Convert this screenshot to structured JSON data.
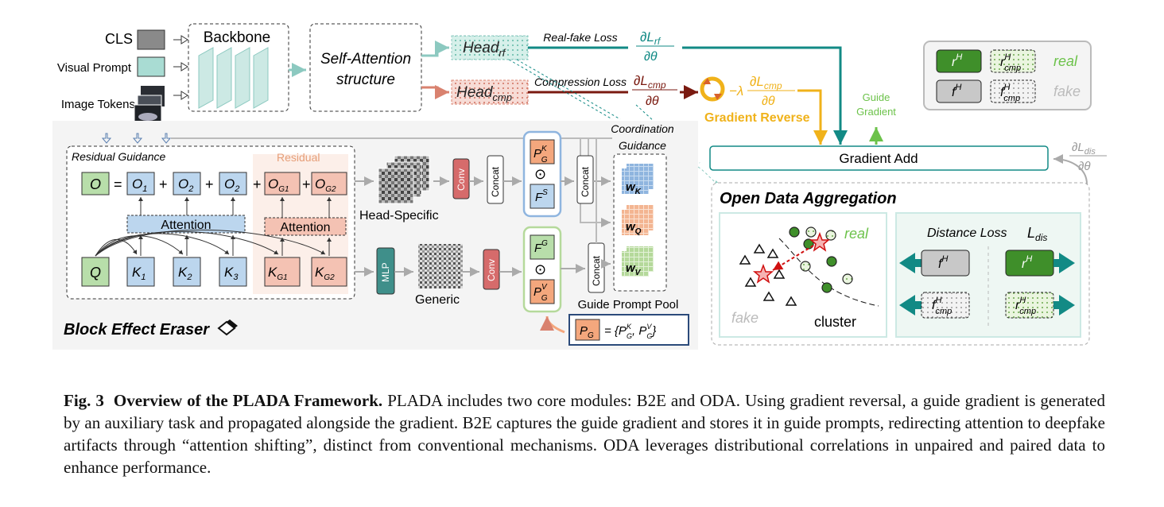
{
  "inputs": {
    "cls": "CLS",
    "visual_prompt": "Visual Prompt",
    "image_tokens": "Image Tokens",
    "ellipsis": "..."
  },
  "backbone": {
    "label": "Backbone"
  },
  "self_attention": {
    "line1": "Self-Attention",
    "line2": "structure"
  },
  "heads": {
    "rf": {
      "name": "Head",
      "sub": "rf",
      "loss_label": "Real-fake Loss",
      "grad": "∂L",
      "grad_sub": "rf",
      "grad_den": "∂θ"
    },
    "cmp": {
      "name": "Head",
      "sub": "cmp",
      "loss_label": "Compression Loss",
      "grad": "∂L",
      "grad_sub": "cmp",
      "grad_den": "∂θ"
    }
  },
  "gradient_reverse": {
    "label": "Gradient Reverse",
    "expr_prefix": "−λ",
    "grad": "∂L",
    "grad_sub": "cmp",
    "grad_den": "∂θ"
  },
  "guide_gradient": {
    "line1": "Guide",
    "line2": "Gradient"
  },
  "legend": {
    "real_label": "real",
    "fake_label": "fake",
    "r": "r",
    "r_sup": "H",
    "rc": "r",
    "rc_sup": "H",
    "rc_sub": "cmp",
    "f": "f",
    "f_sup": "H",
    "fc": "f",
    "fc_sup": "H",
    "fc_sub": "cmp",
    "colors": {
      "real_fill": "#3f8f2a",
      "real_hatch": "#e2f0d4",
      "fake_fill": "#c8c8c8",
      "fake_hatch": "#f0f0f0"
    }
  },
  "gradient_add": {
    "label": "Gradient Add",
    "dis_num": "∂L",
    "dis_sub": "dis",
    "dis_den": "∂θ"
  },
  "b2e": {
    "title": "Block Effect Eraser",
    "residual_guidance": "Residual Guidance",
    "residual": "Residual",
    "O": "O",
    "eq": "=",
    "plus": "+",
    "O_terms": [
      {
        "b": "O",
        "s": "1"
      },
      {
        "b": "O",
        "s": "2"
      },
      {
        "b": "O",
        "s": "2"
      },
      {
        "b": "O",
        "s": "G1"
      },
      {
        "b": "O",
        "s": "G2"
      }
    ],
    "attention": "Attention",
    "attention2": "Attention",
    "Q": "Q",
    "K_terms": [
      {
        "b": "K",
        "s": "1"
      },
      {
        "b": "K",
        "s": "2"
      },
      {
        "b": "K",
        "s": "3"
      },
      {
        "b": "K",
        "s": "G1"
      },
      {
        "b": "K",
        "s": "G2"
      }
    ],
    "head_specific": "Head-Specific",
    "generic": "Generic",
    "mlp": "MLP",
    "conv": "Conv",
    "concat": "Concat",
    "coordination": {
      "line1": "Coordination",
      "line2": "Guidance"
    },
    "w_k": "w",
    "w_k_sub": "K",
    "w_q": "w",
    "w_q_sub": "Q",
    "w_v": "w",
    "w_v_sub": "V",
    "pk": "P",
    "pk_sup": "K",
    "pk_sub": "G",
    "fs": "F",
    "fs_sup": "S",
    "fg": "F",
    "fg_sup": "G",
    "pv": "P",
    "pv_sup": "V",
    "pv_sub": "G",
    "odot": "⊙",
    "guide_pool": "Guide Prompt Pool",
    "pool_lhs": "P",
    "pool_lhs_sub": "G",
    "pool_rhs": "= {P",
    "pool_rhs_tail": ", P",
    "pool_close": "}"
  },
  "oda": {
    "title": "Open Data Aggregation",
    "real": "real",
    "fake": "fake",
    "cluster": "cluster",
    "distance_loss": "Distance Loss",
    "ldis": "L",
    "ldis_sub": "dis",
    "f": "f",
    "f_sup": "H",
    "r": "r",
    "r_sup": "H",
    "fc": "f",
    "fc_sup": "H",
    "fc_sub": "cmp",
    "rc": "r",
    "rc_sup": "H",
    "rc_sub": "cmp"
  },
  "caption": {
    "label": "Fig. 3",
    "title": "Overview of the PLADA Framework.",
    "body": "PLADA includes two core modules: B2E and ODA. Using gradient reversal, a guide gradient is generated by an auxiliary task and propagated alongside the gradient. B2E captures the guide gradient and stores it in guide prompts, redirecting attention to deepfake artifacts through “attention shifting”, distinct from conventional mechanisms. ODA leverages distributional correlations in unpaired and paired data to enhance performance."
  }
}
